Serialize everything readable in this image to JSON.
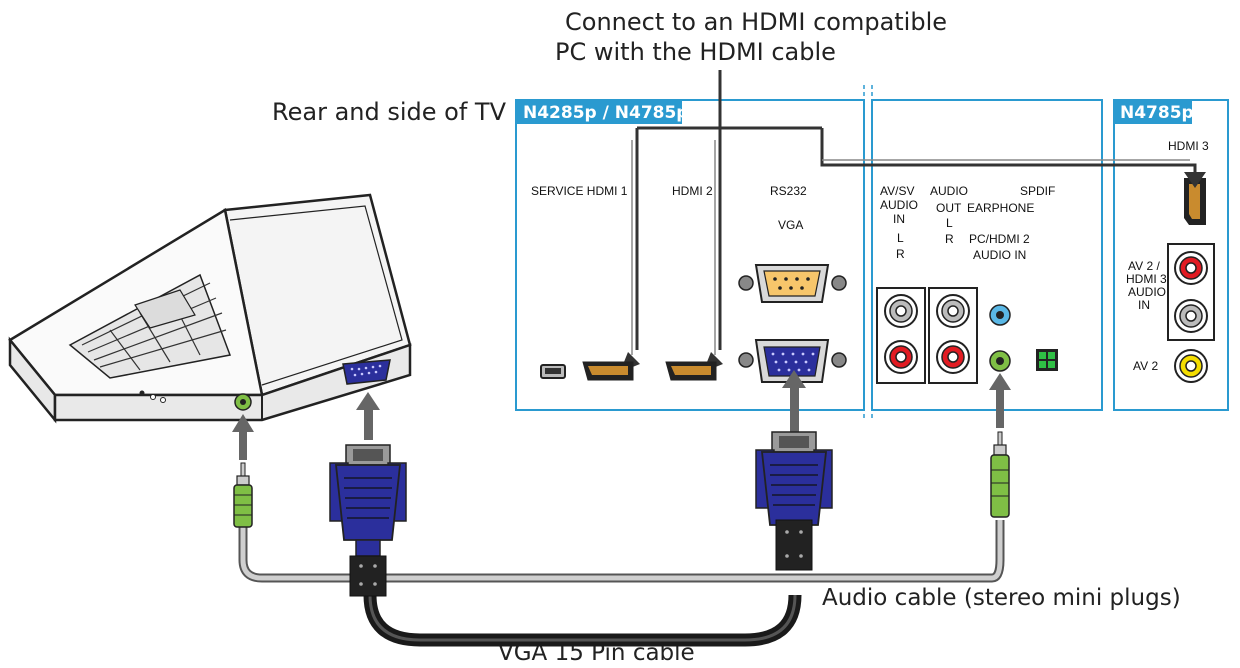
{
  "captions": {
    "hdmi_line1": "Connect to an HDMI compatible",
    "hdmi_line2": "PC with the HDMI cable",
    "rear_side": "Rear and side of TV",
    "audio_cable": "Audio cable (stereo mini plugs)",
    "vga_cable": "VGA 15 Pin cable"
  },
  "badges": {
    "main_panel": "N4285p / N4785p",
    "side_panel": "N4785p"
  },
  "port_labels": {
    "service_hdmi1": "SERVICE HDMI 1",
    "hdmi2": "HDMI 2",
    "rs232": "RS232",
    "vga": "VGA",
    "av_sv_audio_in": [
      "AV/SV",
      "AUDIO",
      "IN",
      "L",
      "R"
    ],
    "audio_out": [
      "AUDIO",
      "OUT",
      "L",
      "R"
    ],
    "earphone": "EARPHONE",
    "spdif": "SPDIF",
    "pc_hdmi2_audio_in": [
      "PC/HDMI 2",
      "AUDIO IN"
    ],
    "hdmi3": "HDMI 3",
    "av2_hdmi3_audio_in": [
      "AV 2 /",
      "HDMI 3",
      "AUDIO",
      "IN"
    ],
    "av2": "AV 2"
  },
  "colors": {
    "panel_border": "#2a9ad0",
    "badge_fill": "#2a9ad0",
    "vga_blue": "#2b2f9c",
    "audio_green": "#7fbf45",
    "arrow_gray": "#666666",
    "rca_red": "#e21b22",
    "rca_yellow": "#f4dd00",
    "pc_audio_blue": "#5ab8e6"
  }
}
